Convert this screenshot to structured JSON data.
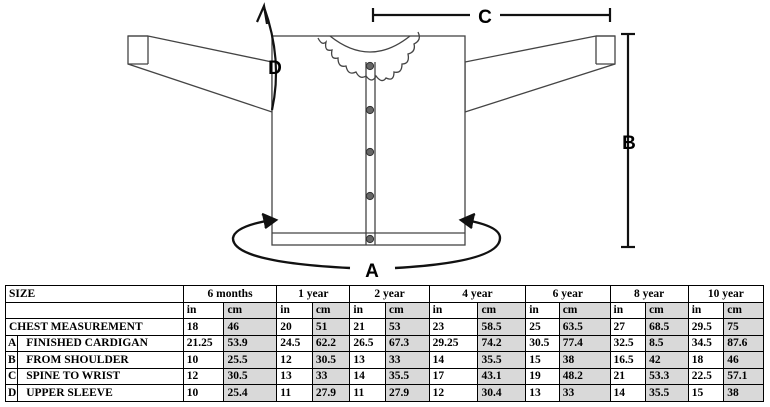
{
  "diagram": {
    "labels": {
      "a": "A",
      "b": "B",
      "c": "C",
      "d": "D"
    }
  },
  "table": {
    "size_label": "SIZE",
    "sizes": [
      "6 months",
      "1 year",
      "2 year",
      "4 year",
      "6 year",
      "8 year",
      "10 year"
    ],
    "unit_in": "in",
    "unit_cm": "cm",
    "rows": [
      {
        "key": "",
        "label": "CHEST MEASUREMENT",
        "values": [
          [
            "18",
            "46"
          ],
          [
            "20",
            "51"
          ],
          [
            "21",
            "53"
          ],
          [
            "23",
            "58.5"
          ],
          [
            "25",
            "63.5"
          ],
          [
            "27",
            "68.5"
          ],
          [
            "29.5",
            "75"
          ]
        ]
      },
      {
        "key": "A",
        "label": "FINISHED CARDIGAN",
        "values": [
          [
            "21.25",
            "53.9"
          ],
          [
            "24.5",
            "62.2"
          ],
          [
            "26.5",
            "67.3"
          ],
          [
            "29.25",
            "74.2"
          ],
          [
            "30.5",
            "77.4"
          ],
          [
            "32.5",
            "8.5"
          ],
          [
            "34.5",
            "87.6"
          ]
        ]
      },
      {
        "key": "B",
        "label": "FROM SHOULDER",
        "values": [
          [
            "10",
            "25.5"
          ],
          [
            "12",
            "30.5"
          ],
          [
            "13",
            "33"
          ],
          [
            "14",
            "35.5"
          ],
          [
            "15",
            "38"
          ],
          [
            "16.5",
            "42"
          ],
          [
            "18",
            "46"
          ]
        ]
      },
      {
        "key": "C",
        "label": "SPINE TO WRIST",
        "values": [
          [
            "12",
            "30.5"
          ],
          [
            "13",
            "33"
          ],
          [
            "14",
            "35.5"
          ],
          [
            "17",
            "43.1"
          ],
          [
            "19",
            "48.2"
          ],
          [
            "21",
            "53.3"
          ],
          [
            "22.5",
            "57.1"
          ]
        ]
      },
      {
        "key": "D",
        "label": "UPPER  SLEEVE",
        "values": [
          [
            "10",
            "25.4"
          ],
          [
            "11",
            "27.9"
          ],
          [
            "11",
            "27.9"
          ],
          [
            "12",
            "30.4"
          ],
          [
            "13",
            "33"
          ],
          [
            "14",
            "35.5"
          ],
          [
            "15",
            "38"
          ]
        ]
      }
    ]
  }
}
